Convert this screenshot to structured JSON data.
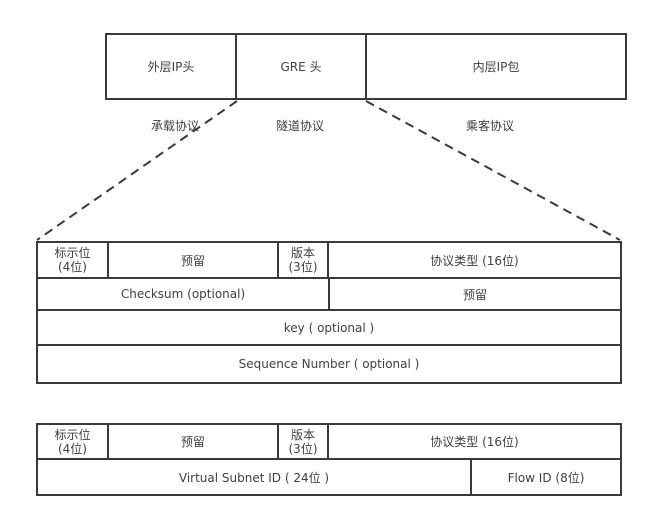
{
  "colors": {
    "line": "#3a3a3a",
    "text": "#404040",
    "background": "#ffffff"
  },
  "overview": {
    "boxes": [
      {
        "label": "外层IP头"
      },
      {
        "label": "GRE 头"
      },
      {
        "label": "内层IP包"
      }
    ],
    "captions": [
      "承载协议",
      "隧道协议",
      "乘客协议"
    ]
  },
  "gre_table": {
    "flag": {
      "line1": "标示位",
      "line2": "(4位)"
    },
    "reserved1": "预留",
    "version": {
      "line1": "版本",
      "line2": "(3位)"
    },
    "protocol_type": "协议类型 (16位)",
    "checksum": "Checksum (optional)",
    "reserved2": "预留",
    "key": "key ( optional )",
    "sequence": "Sequence Number ( optional )"
  },
  "nvgre_table": {
    "flag": {
      "line1": "标示位",
      "line2": "(4位)"
    },
    "reserved": "预留",
    "version": {
      "line1": "版本",
      "line2": "(3位)"
    },
    "protocol_type": "协议类型 (16位)",
    "virtual_subnet_id": "Virtual Subnet ID ( 24位 )",
    "flow_id": "Flow ID (8位)"
  }
}
